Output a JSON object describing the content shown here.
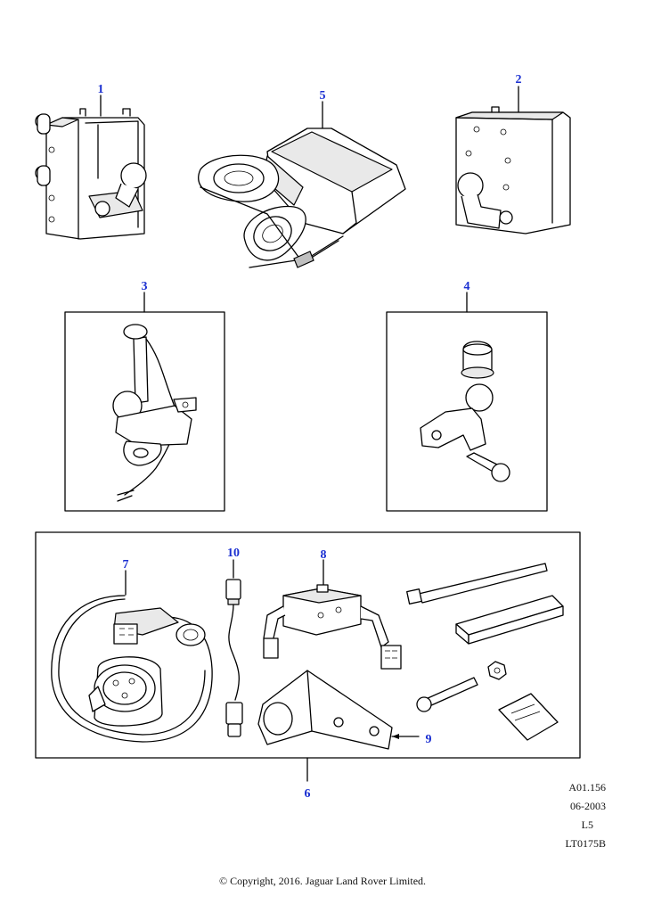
{
  "callouts": {
    "c1": "1",
    "c2": "2",
    "c3": "3",
    "c4": "4",
    "c5": "5",
    "c6": "6",
    "c7": "7",
    "c8": "8",
    "c9": "9",
    "c10": "10"
  },
  "reference": {
    "code": "A01.156",
    "date": "06-2003",
    "level": "L5",
    "illustration": "LT0175B"
  },
  "copyright": "© Copyright, 2016. Jaguar Land Rover Limited.",
  "colors": {
    "callout": "#1a2fd1",
    "line": "#000000"
  }
}
